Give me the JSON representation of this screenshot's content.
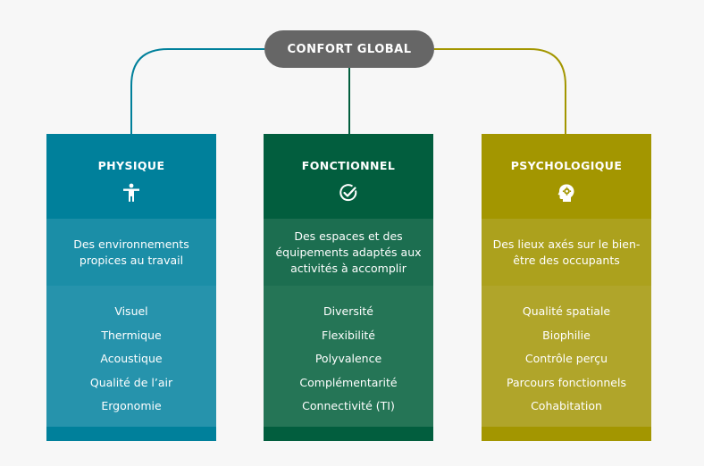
{
  "root": {
    "label": "CONFORT GLOBAL",
    "color": "#666666"
  },
  "colors": {
    "background": "#f7f7f7",
    "physique": "#00809b",
    "fonctionnel": "#025e3e",
    "psychologique": "#a39600"
  },
  "columns": [
    {
      "title": "PHYSIQUE",
      "icon": "accessibility-person-icon",
      "description": "Des environnements propices au travail",
      "items": [
        "Visuel",
        "Thermique",
        "Acoustique",
        "Qualité de l’air",
        "Ergonomie"
      ]
    },
    {
      "title": "FONCTIONNEL",
      "icon": "check-circle-icon",
      "description": "Des espaces et des équipements adaptés aux activités à accomplir",
      "items": [
        "Diversité",
        "Flexibilité",
        "Polyvalence",
        "Complémentarité",
        "Connectivité (TI)"
      ]
    },
    {
      "title": "PSYCHOLOGIQUE",
      "icon": "head-gear-icon",
      "description": "Des lieux axés sur le bien-être des occupants",
      "items": [
        "Qualité spatiale",
        "Biophilie",
        "Contrôle perçu",
        "Parcours fonctionnels",
        "Cohabitation"
      ]
    }
  ]
}
